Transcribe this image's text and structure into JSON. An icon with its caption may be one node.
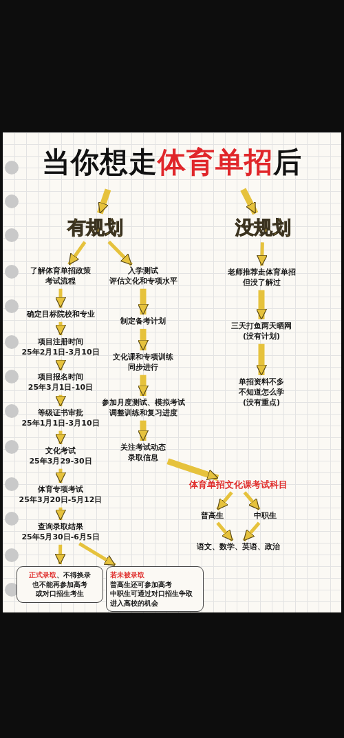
{
  "diagram": {
    "title": "当你想走**体育单招**后",
    "nodes": [
      {
        "text": [
          "有规划"
        ]
      },
      {
        "text": [
          "没规划"
        ]
      },
      {
        "text": [
          "了解体育单招政策考试流程"
        ]
      },
      {
        "text": [
          "确定目标院校和专业"
        ]
      },
      {
        "text": [
          "项目注册时间 25年2月1日-3月10日"
        ]
      },
      {
        "text": [
          "项目报名时间 25年3月1日-10日"
        ]
      },
      {
        "text": [
          "等级证书审批 25年1月1日-3月10日"
        ]
      },
      {
        "text": [
          "文化考试 25年3月29-30日"
        ]
      },
      {
        "text": [
          "体育专项考试 25年3月20日-5月12日"
        ]
      },
      {
        "text": [
          "查询录取结果 25年5月30日-6月5日"
        ]
      },
      {
        "text": [
          "**正式录取**、不得换录也不能再参加高考或对口招生考生"
        ]
      },
      {
        "text": [
          "若未被录取",
          "普高生还可参加高考中职生可通过对口招生争取进入高校的机会"
        ]
      },
      {
        "text": [
          "入学测试评估文化和专项水平"
        ]
      },
      {
        "text": [
          "制定备考计划"
        ]
      },
      {
        "text": [
          "文化课和专项训练同步进行"
        ]
      },
      {
        "text": [
          "参加月度测试、模拟考试调整训练和复习进度"
        ]
      },
      {
        "text": [
          "关注考试动态录取信息"
        ]
      },
      {
        "text": [
          "体育单招文化课考试科目"
        ]
      },
      {
        "text": [
          "普高生"
        ]
      },
      {
        "text": [
          "中职生"
        ]
      },
      {
        "text": [
          "语文、数学、英语、政治"
        ]
      },
      {
        "text": [
          "老师推荐走体育单招但没了解过"
        ]
      },
      {
        "text": [
          "三天打鱼两天晒网 (没有计划)"
        ]
      },
      {
        "text": [
          "单招资料不多不知道怎么学 (没有重点)"
        ]
      }
    ],
    "edges": [
      {
        "from": null,
        "to": 0,
        "arrow": "to",
        "style": "thick"
      },
      {
        "from": null,
        "to": 1,
        "arrow": "to",
        "style": "thick"
      },
      {
        "from": 0,
        "to": 2,
        "arrow": "to"
      },
      {
        "from": 0,
        "to": 12,
        "arrow": "to"
      },
      {
        "from": 2,
        "to": 3,
        "arrow": "to"
      },
      {
        "from": 3,
        "to": 4,
        "arrow": "to"
      },
      {
        "from": 4,
        "to": 5,
        "arrow": "to"
      },
      {
        "from": 5,
        "to": 6,
        "arrow": "to"
      },
      {
        "from": 6,
        "to": 7,
        "arrow": "to"
      },
      {
        "from": 7,
        "to": 8,
        "arrow": "to"
      },
      {
        "from": 8,
        "to": 9,
        "arrow": "to"
      },
      {
        "from": 9,
        "to": 10,
        "arrow": "to"
      },
      {
        "from": 9,
        "to": 11,
        "arrow": "to"
      },
      {
        "from": 12,
        "to": 13,
        "arrow": "to",
        "style": "thick"
      },
      {
        "from": 13,
        "to": 14,
        "arrow": "to",
        "style": "thick"
      },
      {
        "from": 14,
        "to": 15,
        "arrow": "to",
        "style": "thick"
      },
      {
        "from": 15,
        "to": 16,
        "arrow": "to",
        "style": "thick"
      },
      {
        "from": 16,
        "to": 17,
        "arrow": "to",
        "style": "thick"
      },
      {
        "from": 17,
        "to": 18,
        "arrow": "to"
      },
      {
        "from": 17,
        "to": 19,
        "arrow": "to"
      },
      {
        "from": 18,
        "to": 20,
        "arrow": "to"
      },
      {
        "from": 19,
        "to": 20,
        "arrow": "to"
      },
      {
        "from": 1,
        "to": 21,
        "arrow": "to"
      },
      {
        "from": 21,
        "to": 22,
        "arrow": "to",
        "style": "thick"
      },
      {
        "from": 22,
        "to": 23,
        "arrow": "to",
        "style": "thick"
      }
    ]
  }
}
